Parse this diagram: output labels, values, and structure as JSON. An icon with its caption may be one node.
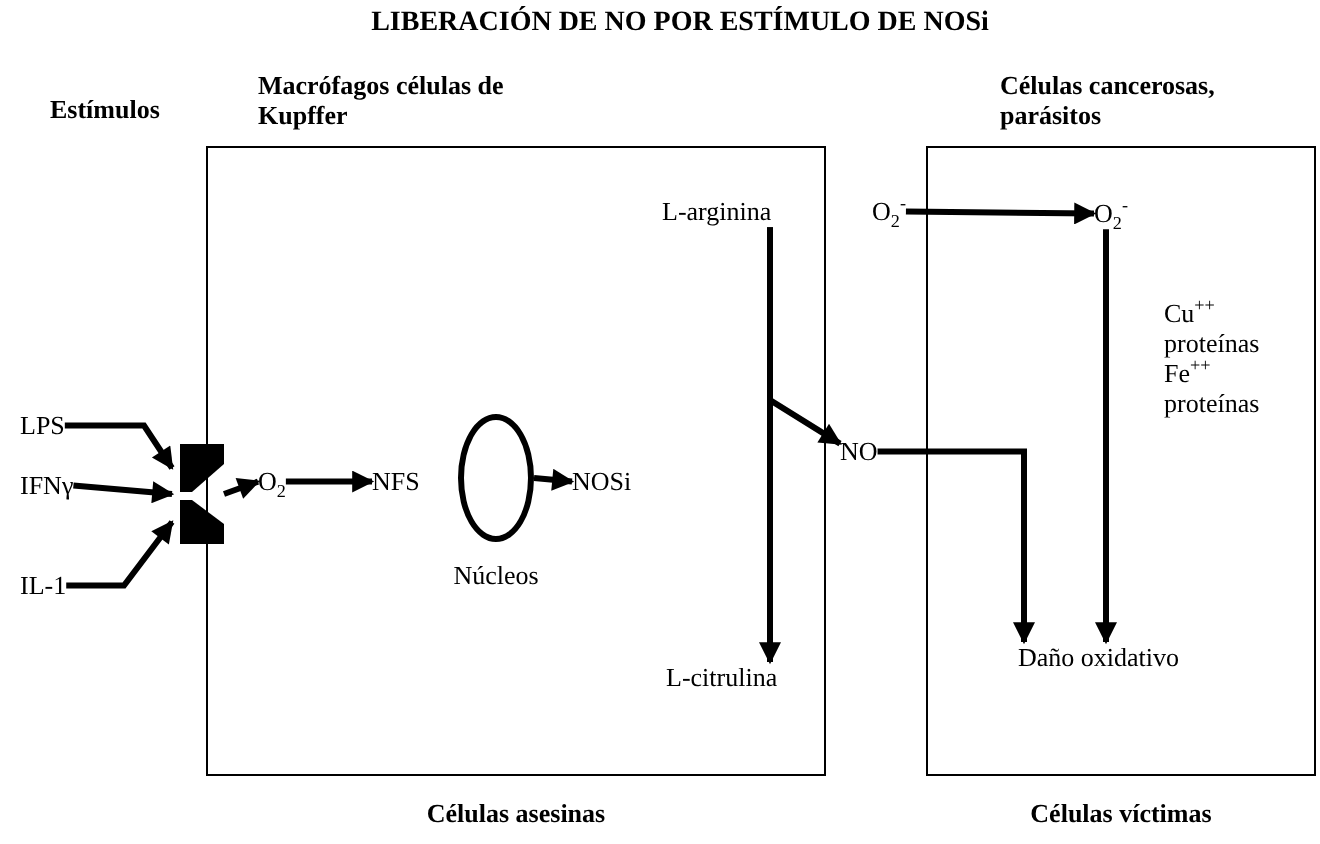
{
  "diagram": {
    "title": "LIBERACIÓN DE NO POR ESTÍMULO DE NOSi",
    "nodes": [
      {
        "text": [
          "Macrófagos células de Kupffer"
        ],
        "beside": [
          "Células asesinas"
        ]
      },
      {
        "text": [
          "Células cancerosas, parásitos"
        ],
        "beside": [
          "Células víctimas"
        ]
      },
      {
        "text": [
          "LPS"
        ]
      },
      {
        "text": [
          "IFNγ"
        ]
      },
      {
        "text": [
          "IL-1"
        ]
      },
      {
        "text": [],
        "shape": "picture"
      },
      {
        "text": [
          "O$_{2}$"
        ],
        "in": 0
      },
      {
        "text": [
          "NFS"
        ],
        "in": 0
      },
      {
        "text": [
          "Núcleos"
        ],
        "in": 0
      },
      {
        "text": [
          "NOSi"
        ],
        "in": 0
      },
      {
        "text": [
          "L-arginina"
        ],
        "in": 0
      },
      {
        "text": [
          "L-citrulina"
        ],
        "in": 0
      },
      {
        "text": [
          "NO"
        ]
      },
      {
        "text": [
          "O$_{2}$$^{-}$"
        ]
      },
      {
        "text": [
          "O$_{2}$$^{-}$"
        ],
        "in": 1
      },
      {
        "text": [
          "Daño oxidativo"
        ],
        "in": 1
      }
    ],
    "edges": [
      {
        "from": 2,
        "to": 5,
        "arrow": "to"
      },
      {
        "from": 3,
        "to": 5,
        "arrow": "to"
      },
      {
        "from": 4,
        "to": 5,
        "arrow": "to"
      },
      {
        "from": 5,
        "to": 6,
        "arrow": "to"
      },
      {
        "from": 6,
        "to": 7,
        "arrow": "to"
      },
      {
        "from": 8,
        "to": 9,
        "arrow": "to"
      },
      {
        "from": 10,
        "to": 11,
        "arrow": "to"
      },
      {
        "from": 10,
        "to": 12,
        "arrow": "to"
      },
      {
        "from": 13,
        "to": 14,
        "arrow": "to"
      },
      {
        "from": 12,
        "to": 15,
        "arrow": "to"
      },
      {
        "from": 14,
        "to": 15,
        "arrow": "to"
      }
    ],
    "labels": [
      "Estímulos",
      "Cu$^{++}$ proteínas Fe$^{++}$ proteínas"
    ]
  }
}
